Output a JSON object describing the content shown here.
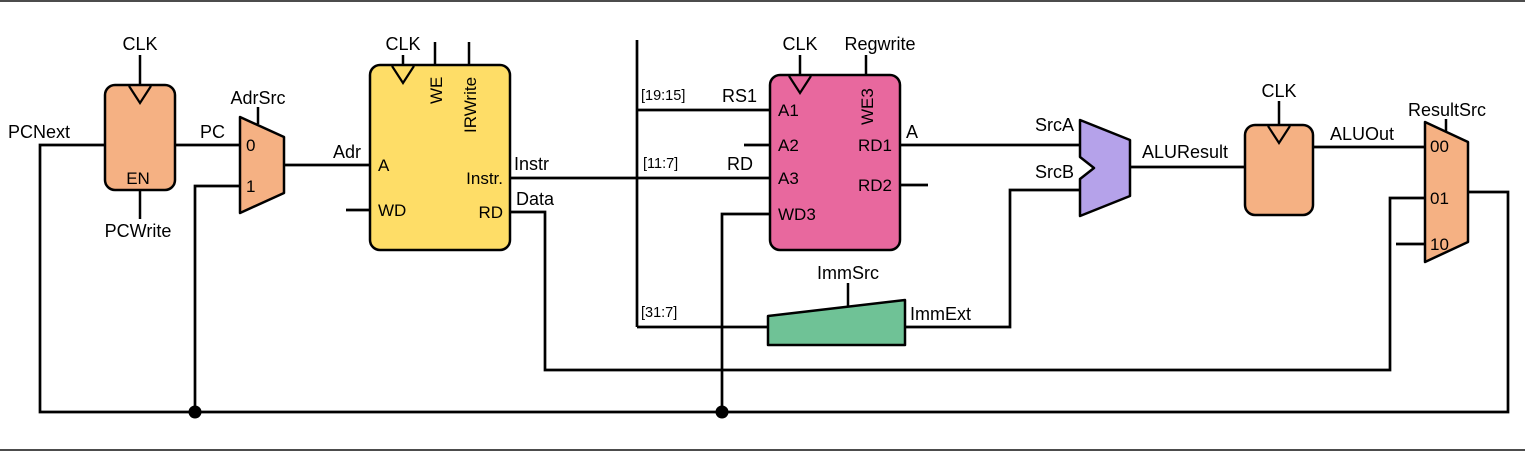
{
  "colors": {
    "block_register": "#f5b183",
    "block_memory": "#fedd67",
    "block_register_file": "#e8689e",
    "block_extend": "#6fc296",
    "block_alu": "#b5a2ea"
  },
  "pc_register": {
    "clk": "CLK",
    "en": "EN",
    "pcwrite": "PCWrite",
    "pcnext": "PCNext",
    "pc": "PC"
  },
  "adr_mux": {
    "select": "AdrSrc",
    "in0": "0",
    "in1": "1",
    "out": "Adr"
  },
  "memory": {
    "clk": "CLK",
    "we": "WE",
    "irwrite": "IRWrite",
    "a": "A",
    "wd": "WD",
    "instr_port": "Instr.",
    "rd_port": "RD",
    "instr_wire": "Instr",
    "data_wire": "Data"
  },
  "instr_fields": {
    "rs1_bits": "[19:15]",
    "rs1": "RS1",
    "rd_bits": "[11:7]",
    "rd": "RD",
    "imm_bits": "[31:7]"
  },
  "register_file": {
    "clk": "CLK",
    "regwrite": "Regwrite",
    "we3": "WE3",
    "a1": "A1",
    "a2": "A2",
    "a3": "A3",
    "wd3": "WD3",
    "rd1": "RD1",
    "rd2": "RD2",
    "a_wire": "A"
  },
  "extend": {
    "immsrc": "ImmSrc",
    "immext": "ImmExt"
  },
  "alu": {
    "srca": "SrcA",
    "srcb": "SrcB",
    "result": "ALUResult"
  },
  "aluout_register": {
    "clk": "CLK",
    "out": "ALUOut"
  },
  "result_mux": {
    "select": "ResultSrc",
    "in00": "00",
    "in01": "01",
    "in10": "10"
  }
}
